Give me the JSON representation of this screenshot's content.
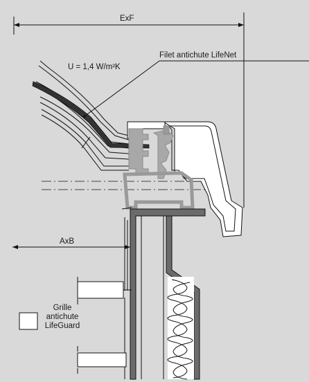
{
  "dimensions": {
    "exf": "ExF",
    "axb": "AxB"
  },
  "annotations": {
    "u_value": "U = 1,4 W/m²K",
    "lifenet": "Filet antichute LifeNet",
    "grille_line1": "Grille",
    "grille_line2": "antichute",
    "grille_line3": "LifeGuard"
  },
  "colors": {
    "background": "#d9d9d9",
    "line": "#111111",
    "fill_white": "#ffffff",
    "steel": "#6b6b6b",
    "grey_part": "#a8a8a8"
  }
}
